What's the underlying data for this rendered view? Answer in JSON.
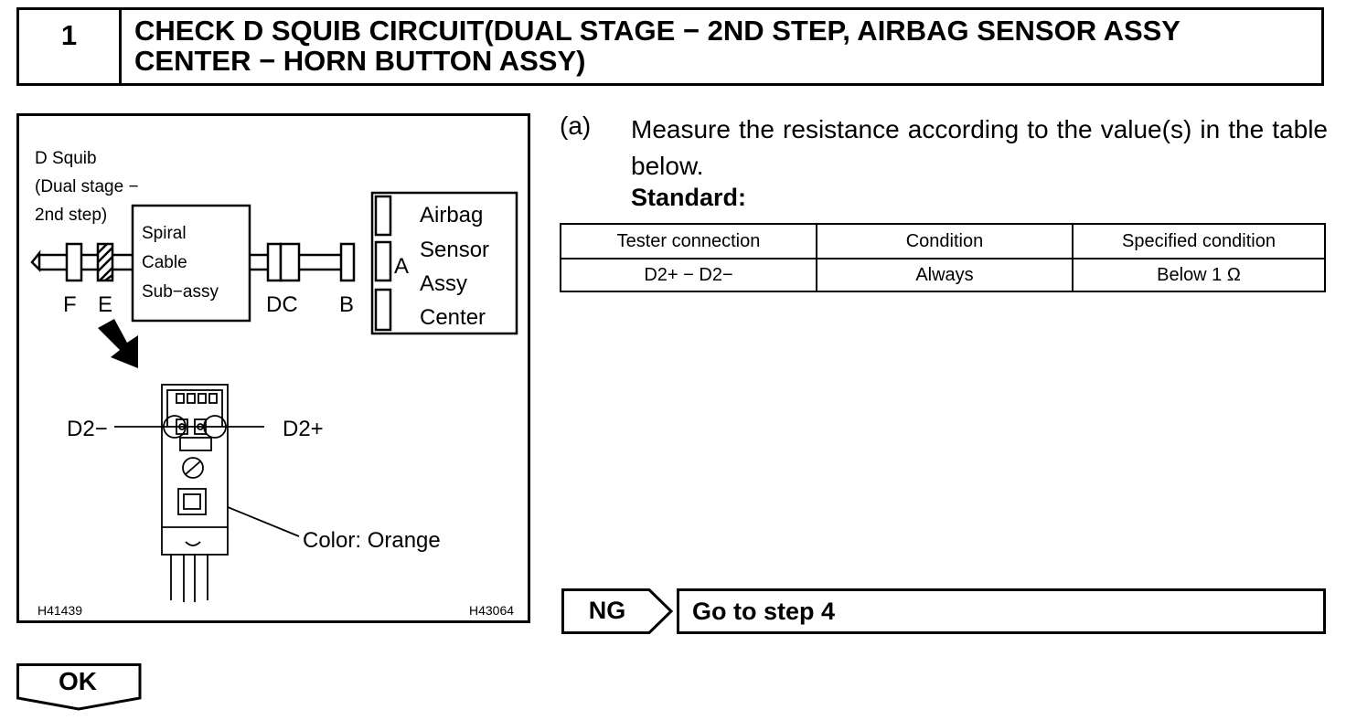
{
  "header": {
    "step_number": "1",
    "title_line1": "CHECK D SQUIB CIRCUIT(DUAL STAGE − 2ND STEP, AIRBAG SENSOR ASSY",
    "title_line2": "CENTER − HORN BUTTON ASSY)"
  },
  "figure": {
    "squib_label_1": "D Squib",
    "squib_label_2": "(Dual stage −",
    "squib_label_3": "2nd step)",
    "spiral_1": "Spiral",
    "spiral_2": "Cable",
    "spiral_3": "Sub−assy",
    "conn_f": "F",
    "conn_e": "E",
    "conn_dc": "DC",
    "conn_b": "B",
    "conn_a": "A",
    "sensor_1": "Airbag",
    "sensor_2": "Sensor",
    "sensor_3": "Assy",
    "sensor_4": "Center",
    "term_minus": "D2−",
    "term_plus": "D2+",
    "color_note": "Color: Orange",
    "code_left": "H41439",
    "code_right": "H43064"
  },
  "instruction": {
    "label": "(a)",
    "text": "Measure the resistance according to the value(s) in the table below.",
    "standard": "Standard:"
  },
  "table": {
    "headers": [
      "Tester connection",
      "Condition",
      "Specified condition"
    ],
    "rows": [
      [
        "D2+ − D2−",
        "Always",
        "Below 1 Ω"
      ]
    ]
  },
  "ng": {
    "label": "NG",
    "text": "Go to step 4"
  },
  "ok": {
    "label": "OK"
  }
}
